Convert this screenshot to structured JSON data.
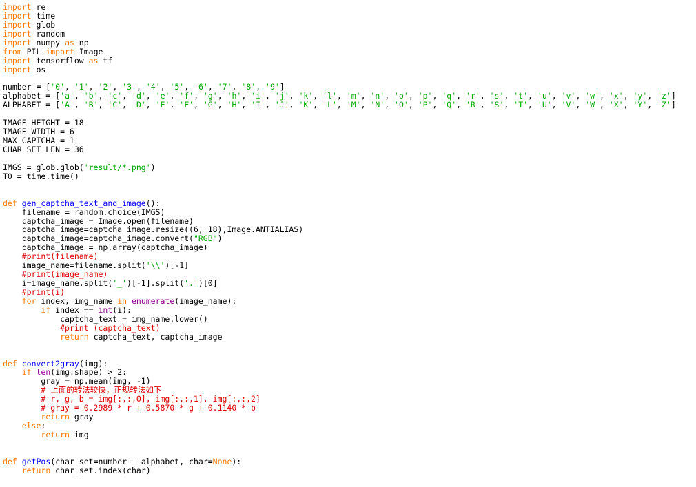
{
  "colors": {
    "background": "#ffffff",
    "default": "#000000",
    "keyword": "#ff7700",
    "definition": "#0000ff",
    "builtin": "#900090",
    "string": "#00aa00",
    "comment": "#dd0000"
  },
  "code_lines": [
    [
      {
        "t": "kw",
        "v": "import"
      },
      {
        "t": "nm",
        "v": " re"
      }
    ],
    [
      {
        "t": "kw",
        "v": "import"
      },
      {
        "t": "nm",
        "v": " time"
      }
    ],
    [
      {
        "t": "kw",
        "v": "import"
      },
      {
        "t": "nm",
        "v": " glob"
      }
    ],
    [
      {
        "t": "kw",
        "v": "import"
      },
      {
        "t": "nm",
        "v": " random"
      }
    ],
    [
      {
        "t": "kw",
        "v": "import"
      },
      {
        "t": "nm",
        "v": " numpy "
      },
      {
        "t": "kw",
        "v": "as"
      },
      {
        "t": "nm",
        "v": " np"
      }
    ],
    [
      {
        "t": "kw",
        "v": "from"
      },
      {
        "t": "nm",
        "v": " PIL "
      },
      {
        "t": "kw",
        "v": "import"
      },
      {
        "t": "nm",
        "v": " Image"
      }
    ],
    [
      {
        "t": "kw",
        "v": "import"
      },
      {
        "t": "nm",
        "v": " tensorflow "
      },
      {
        "t": "kw",
        "v": "as"
      },
      {
        "t": "nm",
        "v": " tf"
      }
    ],
    [
      {
        "t": "kw",
        "v": "import"
      },
      {
        "t": "nm",
        "v": " os"
      }
    ],
    [],
    [
      {
        "t": "nm",
        "v": "number = ["
      },
      {
        "t": "str",
        "v": "'0'"
      },
      {
        "t": "nm",
        "v": ", "
      },
      {
        "t": "str",
        "v": "'1'"
      },
      {
        "t": "nm",
        "v": ", "
      },
      {
        "t": "str",
        "v": "'2'"
      },
      {
        "t": "nm",
        "v": ", "
      },
      {
        "t": "str",
        "v": "'3'"
      },
      {
        "t": "nm",
        "v": ", "
      },
      {
        "t": "str",
        "v": "'4'"
      },
      {
        "t": "nm",
        "v": ", "
      },
      {
        "t": "str",
        "v": "'5'"
      },
      {
        "t": "nm",
        "v": ", "
      },
      {
        "t": "str",
        "v": "'6'"
      },
      {
        "t": "nm",
        "v": ", "
      },
      {
        "t": "str",
        "v": "'7'"
      },
      {
        "t": "nm",
        "v": ", "
      },
      {
        "t": "str",
        "v": "'8'"
      },
      {
        "t": "nm",
        "v": ", "
      },
      {
        "t": "str",
        "v": "'9'"
      },
      {
        "t": "nm",
        "v": "]"
      }
    ],
    [
      {
        "t": "nm",
        "v": "alphabet = ["
      },
      {
        "t": "str",
        "v": "'a'"
      },
      {
        "t": "nm",
        "v": ", "
      },
      {
        "t": "str",
        "v": "'b'"
      },
      {
        "t": "nm",
        "v": ", "
      },
      {
        "t": "str",
        "v": "'c'"
      },
      {
        "t": "nm",
        "v": ", "
      },
      {
        "t": "str",
        "v": "'d'"
      },
      {
        "t": "nm",
        "v": ", "
      },
      {
        "t": "str",
        "v": "'e'"
      },
      {
        "t": "nm",
        "v": ", "
      },
      {
        "t": "str",
        "v": "'f'"
      },
      {
        "t": "nm",
        "v": ", "
      },
      {
        "t": "str",
        "v": "'g'"
      },
      {
        "t": "nm",
        "v": ", "
      },
      {
        "t": "str",
        "v": "'h'"
      },
      {
        "t": "nm",
        "v": ", "
      },
      {
        "t": "str",
        "v": "'i'"
      },
      {
        "t": "nm",
        "v": ", "
      },
      {
        "t": "str",
        "v": "'j'"
      },
      {
        "t": "nm",
        "v": ", "
      },
      {
        "t": "str",
        "v": "'k'"
      },
      {
        "t": "nm",
        "v": ", "
      },
      {
        "t": "str",
        "v": "'l'"
      },
      {
        "t": "nm",
        "v": ", "
      },
      {
        "t": "str",
        "v": "'m'"
      },
      {
        "t": "nm",
        "v": ", "
      },
      {
        "t": "str",
        "v": "'n'"
      },
      {
        "t": "nm",
        "v": ", "
      },
      {
        "t": "str",
        "v": "'o'"
      },
      {
        "t": "nm",
        "v": ", "
      },
      {
        "t": "str",
        "v": "'p'"
      },
      {
        "t": "nm",
        "v": ", "
      },
      {
        "t": "str",
        "v": "'q'"
      },
      {
        "t": "nm",
        "v": ", "
      },
      {
        "t": "str",
        "v": "'r'"
      },
      {
        "t": "nm",
        "v": ", "
      },
      {
        "t": "str",
        "v": "'s'"
      },
      {
        "t": "nm",
        "v": ", "
      },
      {
        "t": "str",
        "v": "'t'"
      },
      {
        "t": "nm",
        "v": ", "
      },
      {
        "t": "str",
        "v": "'u'"
      },
      {
        "t": "nm",
        "v": ", "
      },
      {
        "t": "str",
        "v": "'v'"
      },
      {
        "t": "nm",
        "v": ", "
      },
      {
        "t": "str",
        "v": "'w'"
      },
      {
        "t": "nm",
        "v": ", "
      },
      {
        "t": "str",
        "v": "'x'"
      },
      {
        "t": "nm",
        "v": ", "
      },
      {
        "t": "str",
        "v": "'y'"
      },
      {
        "t": "nm",
        "v": ", "
      },
      {
        "t": "str",
        "v": "'z'"
      },
      {
        "t": "nm",
        "v": "]"
      }
    ],
    [
      {
        "t": "nm",
        "v": "ALPHABET = ["
      },
      {
        "t": "str",
        "v": "'A'"
      },
      {
        "t": "nm",
        "v": ", "
      },
      {
        "t": "str",
        "v": "'B'"
      },
      {
        "t": "nm",
        "v": ", "
      },
      {
        "t": "str",
        "v": "'C'"
      },
      {
        "t": "nm",
        "v": ", "
      },
      {
        "t": "str",
        "v": "'D'"
      },
      {
        "t": "nm",
        "v": ", "
      },
      {
        "t": "str",
        "v": "'E'"
      },
      {
        "t": "nm",
        "v": ", "
      },
      {
        "t": "str",
        "v": "'F'"
      },
      {
        "t": "nm",
        "v": ", "
      },
      {
        "t": "str",
        "v": "'G'"
      },
      {
        "t": "nm",
        "v": ", "
      },
      {
        "t": "str",
        "v": "'H'"
      },
      {
        "t": "nm",
        "v": ", "
      },
      {
        "t": "str",
        "v": "'I'"
      },
      {
        "t": "nm",
        "v": ", "
      },
      {
        "t": "str",
        "v": "'J'"
      },
      {
        "t": "nm",
        "v": ", "
      },
      {
        "t": "str",
        "v": "'K'"
      },
      {
        "t": "nm",
        "v": ", "
      },
      {
        "t": "str",
        "v": "'L'"
      },
      {
        "t": "nm",
        "v": ", "
      },
      {
        "t": "str",
        "v": "'M'"
      },
      {
        "t": "nm",
        "v": ", "
      },
      {
        "t": "str",
        "v": "'N'"
      },
      {
        "t": "nm",
        "v": ", "
      },
      {
        "t": "str",
        "v": "'O'"
      },
      {
        "t": "nm",
        "v": ", "
      },
      {
        "t": "str",
        "v": "'P'"
      },
      {
        "t": "nm",
        "v": ", "
      },
      {
        "t": "str",
        "v": "'Q'"
      },
      {
        "t": "nm",
        "v": ", "
      },
      {
        "t": "str",
        "v": "'R'"
      },
      {
        "t": "nm",
        "v": ", "
      },
      {
        "t": "str",
        "v": "'S'"
      },
      {
        "t": "nm",
        "v": ", "
      },
      {
        "t": "str",
        "v": "'T'"
      },
      {
        "t": "nm",
        "v": ", "
      },
      {
        "t": "str",
        "v": "'U'"
      },
      {
        "t": "nm",
        "v": ", "
      },
      {
        "t": "str",
        "v": "'V'"
      },
      {
        "t": "nm",
        "v": ", "
      },
      {
        "t": "str",
        "v": "'W'"
      },
      {
        "t": "nm",
        "v": ", "
      },
      {
        "t": "str",
        "v": "'X'"
      },
      {
        "t": "nm",
        "v": ", "
      },
      {
        "t": "str",
        "v": "'Y'"
      },
      {
        "t": "nm",
        "v": ", "
      },
      {
        "t": "str",
        "v": "'Z'"
      },
      {
        "t": "nm",
        "v": "]"
      }
    ],
    [],
    [
      {
        "t": "nm",
        "v": "IMAGE_HEIGHT = 18"
      }
    ],
    [
      {
        "t": "nm",
        "v": "IMAGE_WIDTH = 6"
      }
    ],
    [
      {
        "t": "nm",
        "v": "MAX_CAPTCHA = 1"
      }
    ],
    [
      {
        "t": "nm",
        "v": "CHAR_SET_LEN = 36"
      }
    ],
    [],
    [
      {
        "t": "nm",
        "v": "IMGS = glob.glob("
      },
      {
        "t": "str",
        "v": "'result/*.png'"
      },
      {
        "t": "nm",
        "v": ")"
      }
    ],
    [
      {
        "t": "nm",
        "v": "T0 = time.time()"
      }
    ],
    [],
    [],
    [
      {
        "t": "kw",
        "v": "def"
      },
      {
        "t": "nm",
        "v": " "
      },
      {
        "t": "fn",
        "v": "gen_captcha_text_and_image"
      },
      {
        "t": "nm",
        "v": "():"
      }
    ],
    [
      {
        "t": "nm",
        "v": "    filename = random.choice(IMGS)"
      }
    ],
    [
      {
        "t": "nm",
        "v": "    captcha_image = Image.open(filename)"
      }
    ],
    [
      {
        "t": "nm",
        "v": "    captcha_image=captcha_image.resize((6, 18),Image.ANTIALIAS)"
      }
    ],
    [
      {
        "t": "nm",
        "v": "    captcha_image=captcha_image.convert("
      },
      {
        "t": "str",
        "v": "\"RGB\""
      },
      {
        "t": "nm",
        "v": ")"
      }
    ],
    [
      {
        "t": "nm",
        "v": "    captcha_image = np.array(captcha_image)"
      }
    ],
    [
      {
        "t": "nm",
        "v": "    "
      },
      {
        "t": "com",
        "v": "#print(filename)"
      }
    ],
    [
      {
        "t": "nm",
        "v": "    image_name=filename.split("
      },
      {
        "t": "str",
        "v": "'\\\\'"
      },
      {
        "t": "nm",
        "v": ")[-1]"
      }
    ],
    [
      {
        "t": "nm",
        "v": "    "
      },
      {
        "t": "com",
        "v": "#print(image_name)"
      }
    ],
    [
      {
        "t": "nm",
        "v": "    i=image_name.split("
      },
      {
        "t": "str",
        "v": "'_'"
      },
      {
        "t": "nm",
        "v": ")[-1].split("
      },
      {
        "t": "str",
        "v": "'.'"
      },
      {
        "t": "nm",
        "v": ")[0]"
      }
    ],
    [
      {
        "t": "nm",
        "v": "    "
      },
      {
        "t": "com",
        "v": "#print(i)"
      }
    ],
    [
      {
        "t": "nm",
        "v": "    "
      },
      {
        "t": "kw",
        "v": "for"
      },
      {
        "t": "nm",
        "v": " index, img_name "
      },
      {
        "t": "kw",
        "v": "in"
      },
      {
        "t": "nm",
        "v": " "
      },
      {
        "t": "bi",
        "v": "enumerate"
      },
      {
        "t": "nm",
        "v": "(image_name):"
      }
    ],
    [
      {
        "t": "nm",
        "v": "        "
      },
      {
        "t": "kw",
        "v": "if"
      },
      {
        "t": "nm",
        "v": " index == "
      },
      {
        "t": "bi",
        "v": "int"
      },
      {
        "t": "nm",
        "v": "(i):"
      }
    ],
    [
      {
        "t": "nm",
        "v": "            captcha_text = img_name.lower()"
      }
    ],
    [
      {
        "t": "nm",
        "v": "            "
      },
      {
        "t": "com",
        "v": "#print (captcha_text)"
      }
    ],
    [
      {
        "t": "nm",
        "v": "            "
      },
      {
        "t": "kw",
        "v": "return"
      },
      {
        "t": "nm",
        "v": " captcha_text, captcha_image"
      }
    ],
    [],
    [],
    [
      {
        "t": "kw",
        "v": "def"
      },
      {
        "t": "nm",
        "v": " "
      },
      {
        "t": "fn",
        "v": "convert2gray"
      },
      {
        "t": "nm",
        "v": "(img):"
      }
    ],
    [
      {
        "t": "nm",
        "v": "    "
      },
      {
        "t": "kw",
        "v": "if"
      },
      {
        "t": "nm",
        "v": " "
      },
      {
        "t": "bi",
        "v": "len"
      },
      {
        "t": "nm",
        "v": "(img.shape) > 2:"
      }
    ],
    [
      {
        "t": "nm",
        "v": "        gray = np.mean(img, -1)"
      }
    ],
    [
      {
        "t": "nm",
        "v": "        "
      },
      {
        "t": "com",
        "v": "# 上面的转法较快，正规转法如下"
      }
    ],
    [
      {
        "t": "nm",
        "v": "        "
      },
      {
        "t": "com",
        "v": "# r, g, b = img[:,:,0], img[:,:,1], img[:,:,2]"
      }
    ],
    [
      {
        "t": "nm",
        "v": "        "
      },
      {
        "t": "com",
        "v": "# gray = 0.2989 * r + 0.5870 * g + 0.1140 * b"
      }
    ],
    [
      {
        "t": "nm",
        "v": "        "
      },
      {
        "t": "kw",
        "v": "return"
      },
      {
        "t": "nm",
        "v": " gray"
      }
    ],
    [
      {
        "t": "nm",
        "v": "    "
      },
      {
        "t": "kw",
        "v": "else"
      },
      {
        "t": "nm",
        "v": ":"
      }
    ],
    [
      {
        "t": "nm",
        "v": "        "
      },
      {
        "t": "kw",
        "v": "return"
      },
      {
        "t": "nm",
        "v": " img"
      }
    ],
    [],
    [],
    [
      {
        "t": "kw",
        "v": "def"
      },
      {
        "t": "nm",
        "v": " "
      },
      {
        "t": "fn",
        "v": "getPos"
      },
      {
        "t": "nm",
        "v": "(char_set=number + alphabet, char="
      },
      {
        "t": "kw",
        "v": "None"
      },
      {
        "t": "nm",
        "v": "):"
      }
    ],
    [
      {
        "t": "nm",
        "v": "    "
      },
      {
        "t": "kw",
        "v": "return"
      },
      {
        "t": "nm",
        "v": " char_set.index(char)"
      }
    ]
  ]
}
